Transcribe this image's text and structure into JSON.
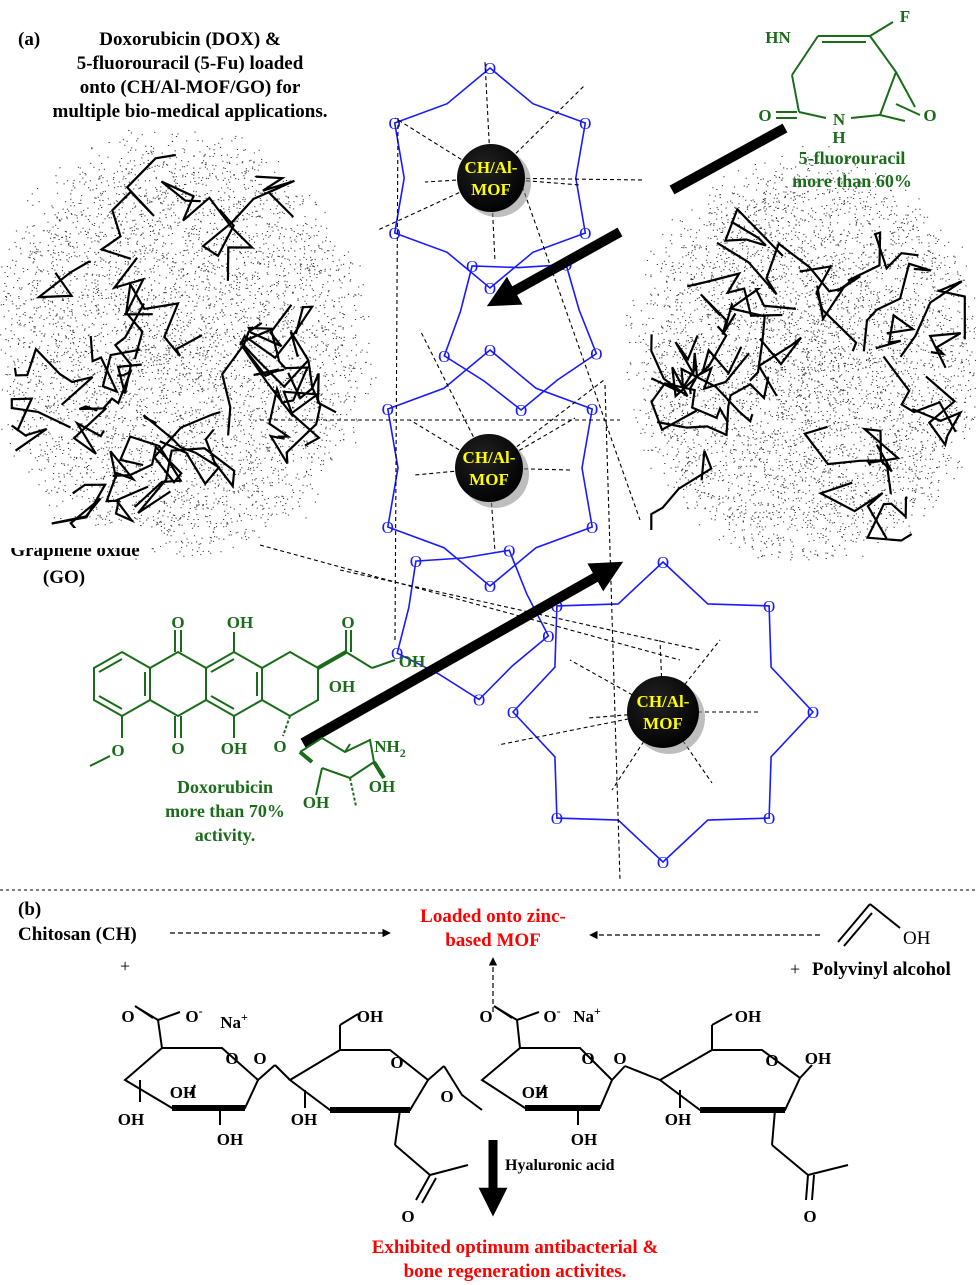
{
  "panel_a": {
    "label": "(a)",
    "title_lines": [
      "Doxorubicin (DOX) &",
      "5-fluorouracil (5-Fu) loaded",
      "onto (CH/Al-MOF/GO) for",
      "multiple bio-medical applications."
    ],
    "mof_node_label": [
      "CH/Al-",
      "MOF"
    ],
    "go_label": [
      "Graphene oxide",
      "(GO)"
    ],
    "fluorouracil": {
      "atoms": {
        "hn": "HN",
        "f": "F",
        "o1": "O",
        "o2": "O",
        "n": "N",
        "h": "H"
      },
      "caption": [
        "5-fluorouracil",
        "more than 60%"
      ]
    },
    "doxorubicin": {
      "atoms": {
        "o_top": "O",
        "oh_top": "OH",
        "o_keto": "O",
        "oh_side": "OH",
        "oh_ring": "OH",
        "o_bottom": "O",
        "oh_bottom": "OH",
        "o_methoxy": "O",
        "o_ether": "O",
        "nh2": "NH",
        "nh2_sub": "2",
        "oh_sugar1": "OH",
        "oh_sugar2": "OH"
      },
      "caption": [
        "Doxorubicin",
        "more than 70%",
        "activity."
      ]
    },
    "oxygen_atom": "O"
  },
  "panel_b": {
    "label": "(b)",
    "chitosan": "Chitosan (CH)",
    "plus": "+",
    "loaded_text": [
      "Loaded onto zinc-",
      "based MOF"
    ],
    "pva_oh": "OH",
    "pva_label": "Polyvinyl alcohol",
    "ha_label": "Hyaluronic acid",
    "result_text": [
      "Exhibited optimum antibacterial &",
      "bone regeneration activites."
    ],
    "atoms": {
      "o": "O",
      "o_minus": "O",
      "minus": "-",
      "na": "Na",
      "plus_sup": "+",
      "oh": "OH"
    }
  },
  "colors": {
    "black": "#000000",
    "blue": "#1a1aff",
    "green": "#1a6b1a",
    "red": "#ff0000",
    "yellow": "#ffff00",
    "dark_green": "#225522"
  }
}
